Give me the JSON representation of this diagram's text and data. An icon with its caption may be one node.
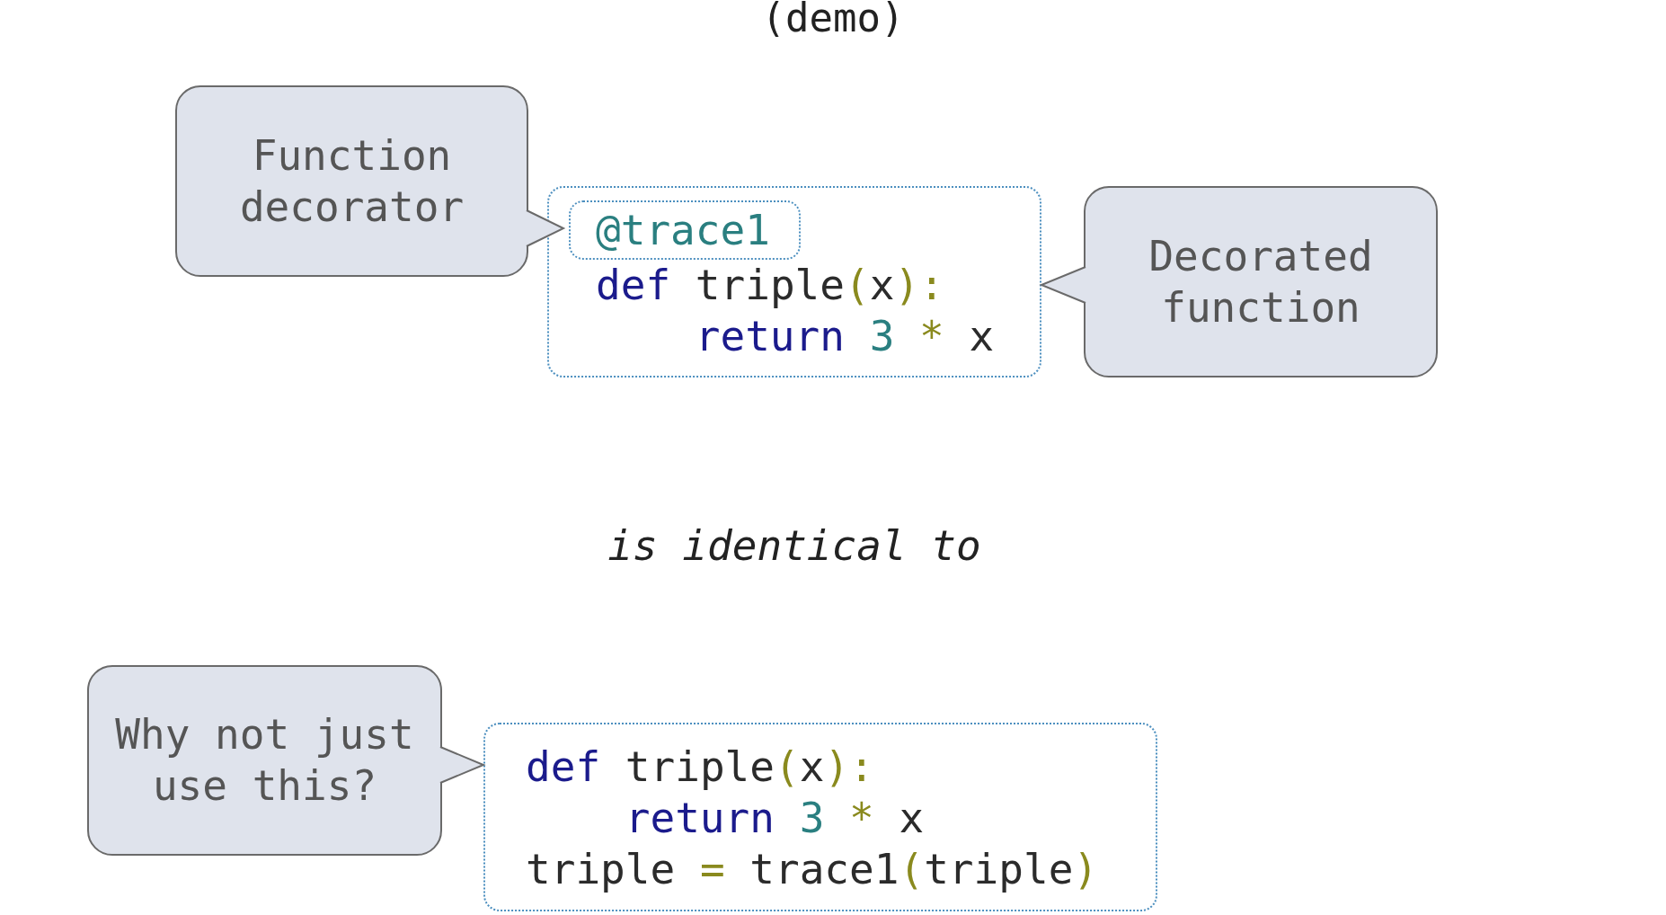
{
  "diagram": {
    "title": "(demo)",
    "nodes": [
      {
        "text": [
          "Function decorator"
        ]
      },
      {
        "text": [
          "def triple(x):",
          "    return 3 * x"
        ]
      },
      {
        "text": [
          "@trace1"
        ],
        "in": 1
      },
      {
        "text": [
          "Decorated function"
        ]
      },
      {
        "text": [
          "Why not just use this?"
        ]
      },
      {
        "text": [
          "def triple(x):",
          "    return 3 * x",
          "triple = trace1(triple)"
        ]
      }
    ],
    "edges": [
      {
        "from": 0,
        "to": 2,
        "arrow": "to"
      },
      {
        "from": 3,
        "to": 1,
        "arrow": "to"
      },
      {
        "from": 4,
        "to": 5,
        "arrow": "to"
      }
    ],
    "labels": [
      "is identical to"
    ]
  }
}
